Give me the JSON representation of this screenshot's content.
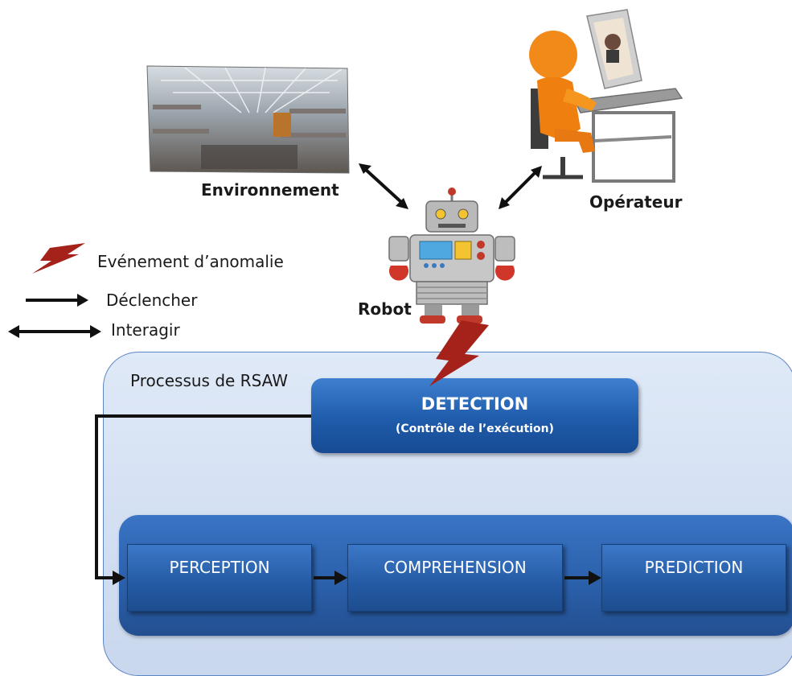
{
  "labels": {
    "environment": "Environnement",
    "operator": "Opérateur",
    "robot": "Robot"
  },
  "legend": {
    "anomaly": "Evénement d’anomalie",
    "trigger": "Déclencher",
    "interact": "Interagir"
  },
  "process": {
    "title": "Processus de RSAW",
    "detection_title": "DETECTION",
    "detection_subtitle": "(Contrôle de l’exécution)",
    "stages": [
      "PERCEPTION",
      "COMPREHENSION",
      "PREDICTION"
    ]
  },
  "colors": {
    "box_blue": "#1f5cab",
    "panel_blue": "#d3dff2",
    "anomaly_red": "#a5221a",
    "operator_orange": "#f28a1a"
  },
  "icons": {
    "environment": "atrium-photo",
    "operator": "operator-at-computer-figure",
    "robot": "robot-figure",
    "anomaly": "lightning-bolt-icon"
  }
}
